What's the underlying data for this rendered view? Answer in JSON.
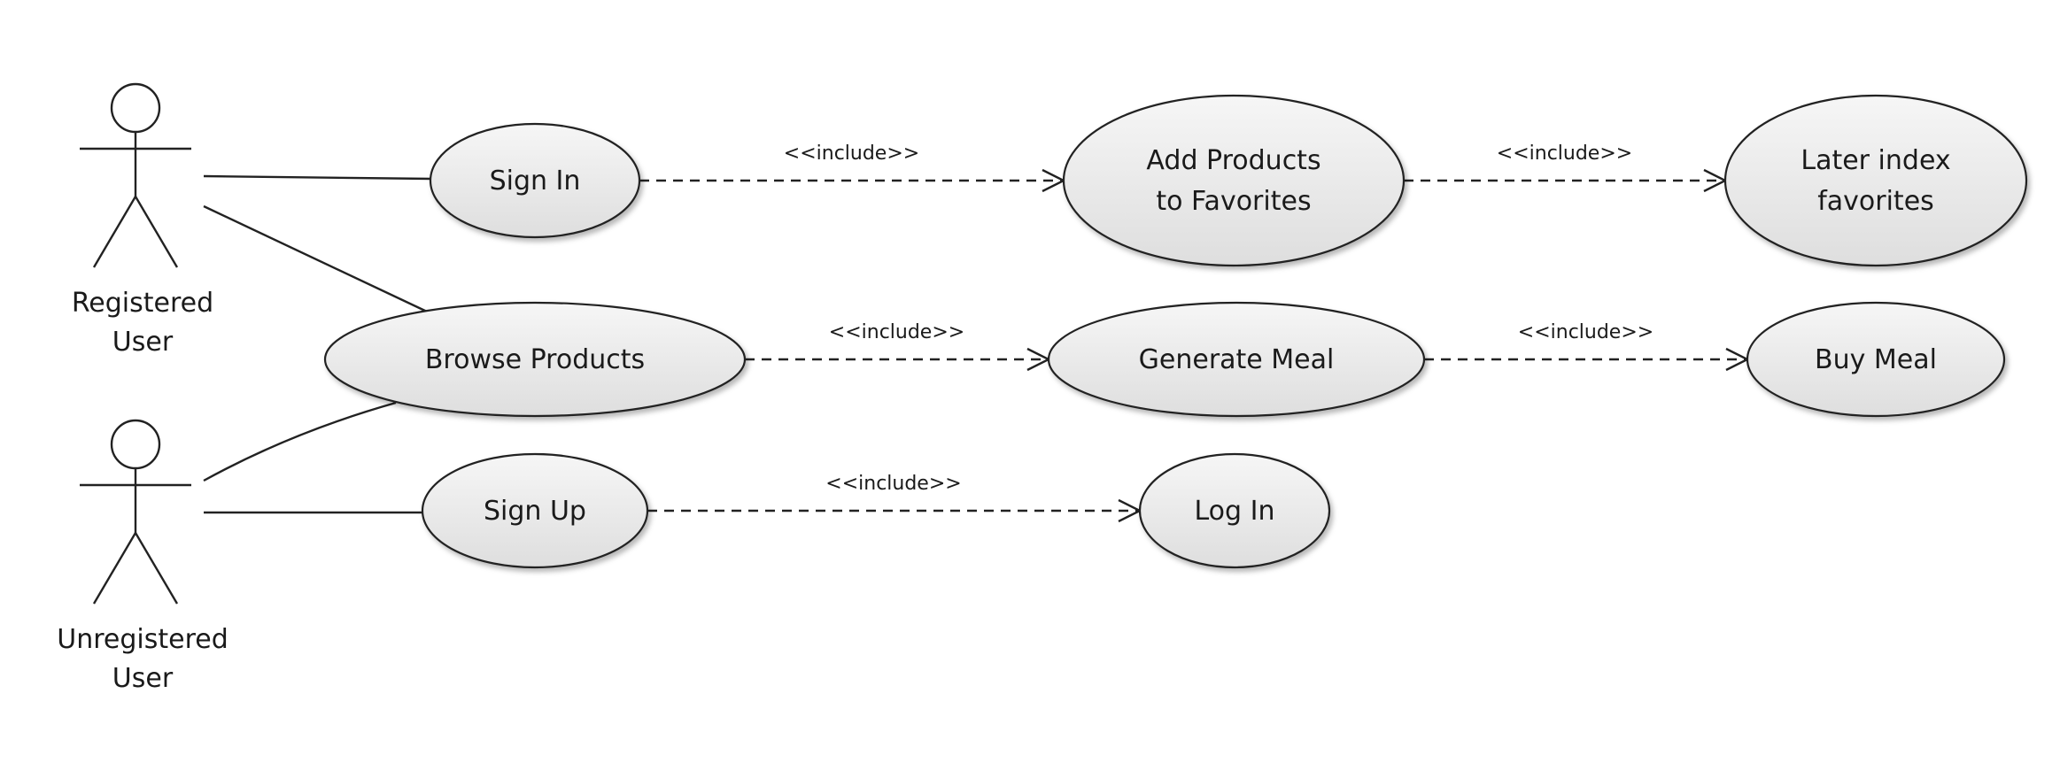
{
  "actors": [
    {
      "id": "registered",
      "label_lines": [
        "Registered",
        "User"
      ]
    },
    {
      "id": "unregistered",
      "label_lines": [
        "Unregistered",
        "User"
      ]
    }
  ],
  "use_cases": [
    {
      "id": "sign_in",
      "label_lines": [
        "Sign In"
      ]
    },
    {
      "id": "add_fav",
      "label_lines": [
        "Add Products",
        "to Favorites"
      ]
    },
    {
      "id": "later_fav",
      "label_lines": [
        "Later index",
        "favorites"
      ]
    },
    {
      "id": "browse",
      "label_lines": [
        "Browse Products"
      ]
    },
    {
      "id": "gen_meal",
      "label_lines": [
        "Generate Meal"
      ]
    },
    {
      "id": "buy_meal",
      "label_lines": [
        "Buy Meal"
      ]
    },
    {
      "id": "sign_up",
      "label_lines": [
        "Sign Up"
      ]
    },
    {
      "id": "log_in",
      "label_lines": [
        "Log In"
      ]
    }
  ],
  "associations": [
    {
      "actor": "registered",
      "use_case": "sign_in"
    },
    {
      "actor": "registered",
      "use_case": "browse"
    },
    {
      "actor": "unregistered",
      "use_case": "browse"
    },
    {
      "actor": "unregistered",
      "use_case": "sign_up"
    }
  ],
  "dependencies": [
    {
      "from": "sign_in",
      "to": "add_fav",
      "stereotype": "<<include>>"
    },
    {
      "from": "add_fav",
      "to": "later_fav",
      "stereotype": "<<include>>"
    },
    {
      "from": "browse",
      "to": "gen_meal",
      "stereotype": "<<include>>"
    },
    {
      "from": "gen_meal",
      "to": "buy_meal",
      "stereotype": "<<include>>"
    },
    {
      "from": "sign_up",
      "to": "log_in",
      "stereotype": "<<include>>"
    }
  ]
}
